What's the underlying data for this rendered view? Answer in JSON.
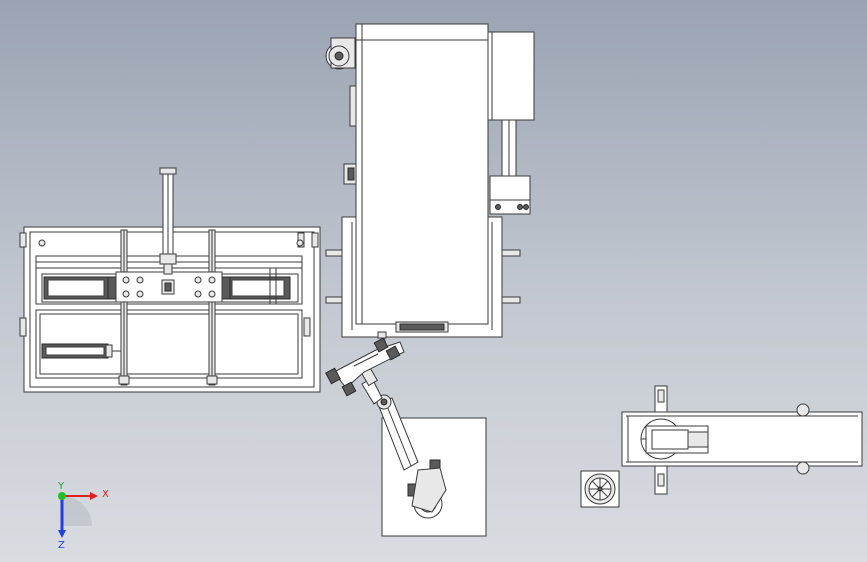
{
  "triad": {
    "x_label": "X",
    "y_label": "Y",
    "z_label": "Z",
    "x_color": "#e02020",
    "y_color": "#20c020",
    "z_color": "#2040e0"
  }
}
